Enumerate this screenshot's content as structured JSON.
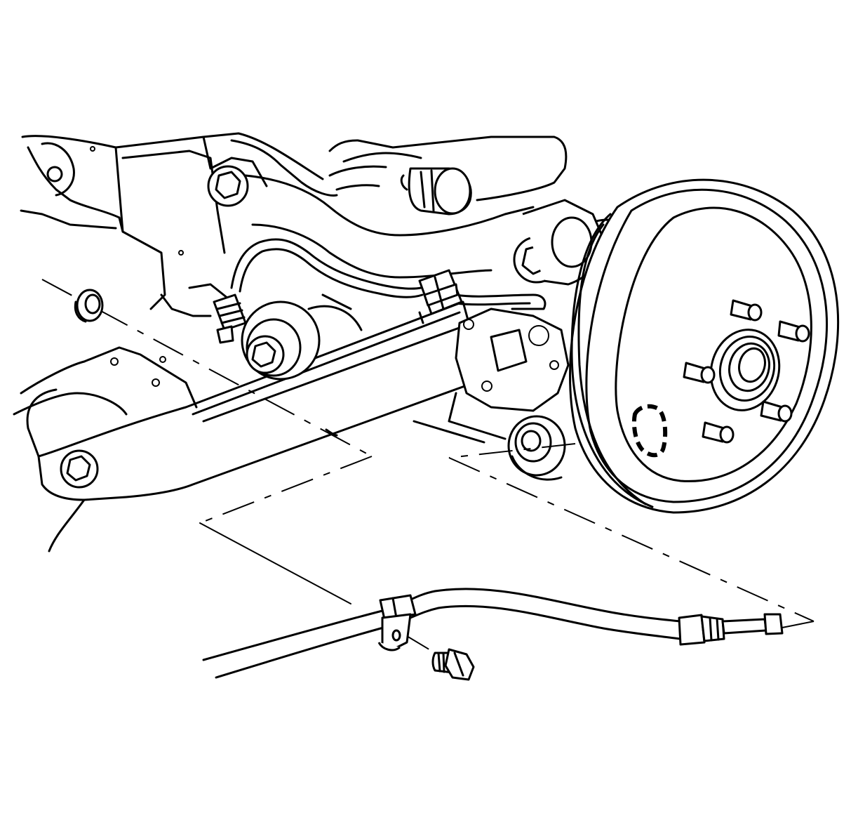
{
  "figure": {
    "background_color": "#ffffff",
    "line_color": "#000000",
    "printed_text": []
  },
  "parts": [
    {
      "id": "frame-crossmember",
      "icon": "frame-outline"
    },
    {
      "id": "rear-axle-beam",
      "icon": "axle-beam"
    },
    {
      "id": "brake-drum",
      "icon": "drum"
    },
    {
      "id": "wheel-studs",
      "icon": "stud",
      "count": 5
    },
    {
      "id": "brake-line",
      "icon": "tube"
    },
    {
      "id": "park-brake-cable",
      "icon": "cable"
    },
    {
      "id": "cable-bracket-bolt",
      "icon": "bolt"
    },
    {
      "id": "cable-grommet",
      "icon": "grommet"
    },
    {
      "id": "hidden-cable-end",
      "icon": "dashed-outline"
    }
  ]
}
